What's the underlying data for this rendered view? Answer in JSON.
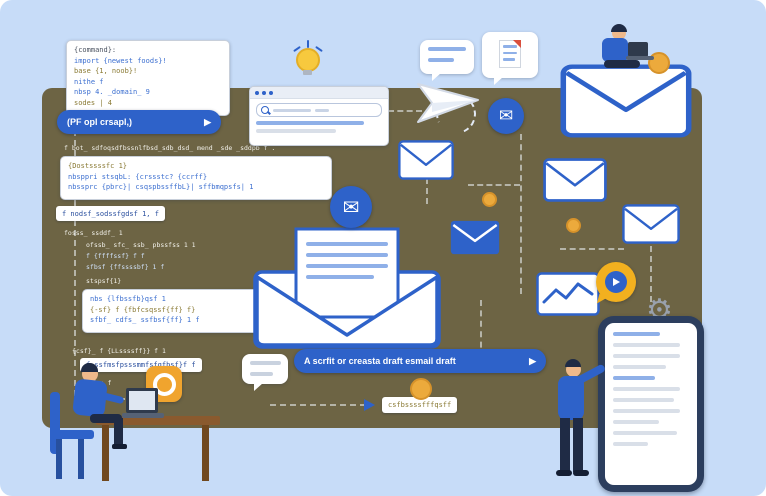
{
  "illustration": {
    "alt": "Cartoon flow diagram of a script creating a draft email",
    "colors": {
      "background": "#c7dcf8",
      "panel": "#6d6444",
      "primary_blue": "#2e62c9",
      "gold": "#ecaa3c",
      "white": "#ffffff"
    }
  },
  "banners": {
    "pill": {
      "label": "(PF opl crsapl,)",
      "arrow": "▶"
    },
    "main": {
      "label": "A scrfit or creasta draft esmail draft",
      "arrow": "▶"
    },
    "code_chip": {
      "label": "csfbssssfffqsff"
    }
  },
  "code_block_1": {
    "lines": [
      "{command}:",
      "import {newest foods}!",
      "base {1, noob}!",
      "nithe f",
      "nbsp 4. _domain_ 9",
      "sodes | 4"
    ]
  },
  "code_block_2": {
    "lines": [
      "{Dostssssfc 1}",
      "nbsppri stsqbL: {crssstc? {ccrff}",
      "nbssprc {pbrc}| csqspbssffbL}| sffbmqpsfs| 1"
    ]
  },
  "code_block_3": {
    "lines": [
      "nbs {lfbssfb}qsf 1",
      "{-sf} f {fbfcsqssf{ff} f}",
      "sfbf_ cdfs_ ssfbsf{ff} 1 f"
    ]
  },
  "panel_texts": {
    "line_top": "f bot_ sdfoqsdfbssnlfbsd_sdb_dsd_ mend _sde _sddpb f .",
    "label_1": "f nodsf_sodssfgdsf 1, f",
    "line_mid": "fosss_ ssddf_ 1",
    "script_lines": [
      "ofssb_ sfc_ ssb_ pbssfss 1 1",
      "f {ffffssf} f f",
      "sfbsf {ffssssbf} 1 f"
    ],
    "call_1": "stspsf{1}",
    "call_2": "{csf}_ f {LLssssff}} f 1",
    "label_2": "f ssfmsfpsssmmfsfgfbsf}f f",
    "call_3": "ncfss f"
  },
  "icons": {
    "gear": "⚙",
    "envelope": "✉"
  }
}
